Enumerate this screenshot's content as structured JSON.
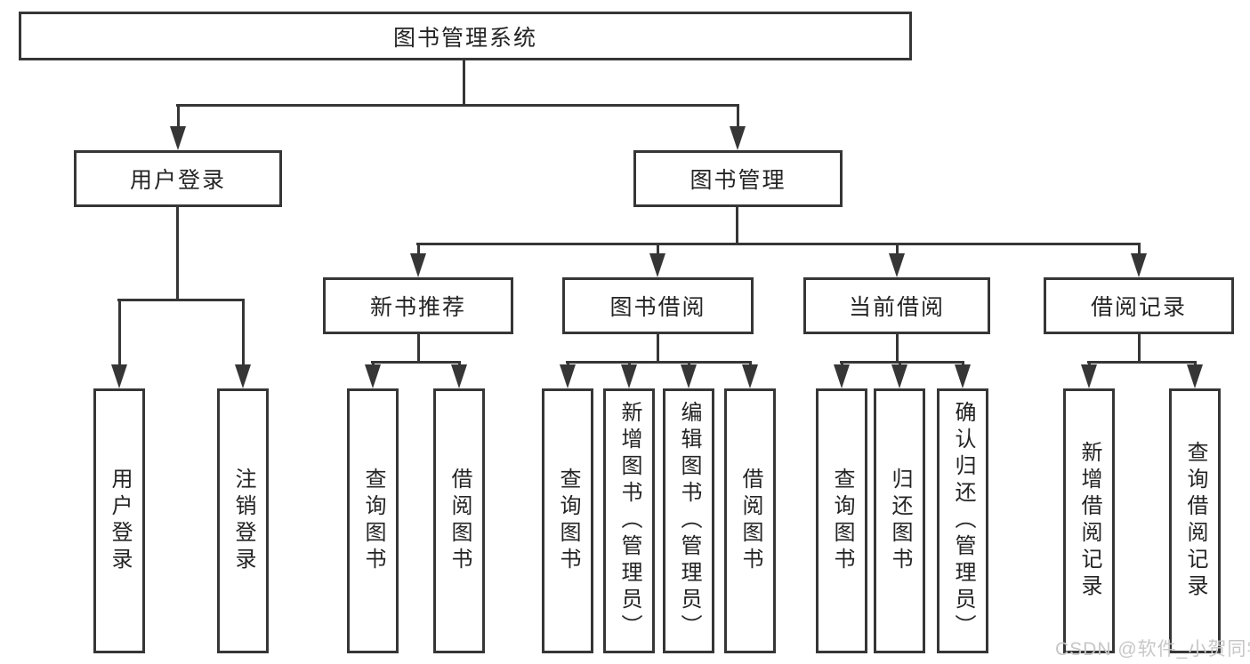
{
  "diagram": {
    "root": {
      "label": "图书管理系统",
      "children": [
        {
          "label": "用户登录",
          "children": [
            {
              "label": "用户登录"
            },
            {
              "label": "注销登录"
            }
          ]
        },
        {
          "label": "图书管理",
          "children": [
            {
              "label": "新书推荐",
              "children": [
                {
                  "label": "查询图书"
                },
                {
                  "label": "借阅图书"
                }
              ]
            },
            {
              "label": "图书借阅",
              "children": [
                {
                  "label": "查询图书"
                },
                {
                  "label": "新增图书（管理员）"
                },
                {
                  "label": "编辑图书（管理员）"
                },
                {
                  "label": "借阅图书"
                }
              ]
            },
            {
              "label": "当前借阅",
              "children": [
                {
                  "label": "查询图书"
                },
                {
                  "label": "归还图书"
                },
                {
                  "label": "确认归还（管理员）"
                }
              ]
            },
            {
              "label": "借阅记录",
              "children": [
                {
                  "label": "新增借阅记录"
                },
                {
                  "label": "查询借阅记录"
                }
              ]
            }
          ]
        }
      ]
    },
    "watermark": "CSDN @软件_小贺同学",
    "colors": {
      "line": "#363636",
      "text": "#242424",
      "watermark": "#c7c7c7",
      "background": "#ffffff"
    }
  }
}
